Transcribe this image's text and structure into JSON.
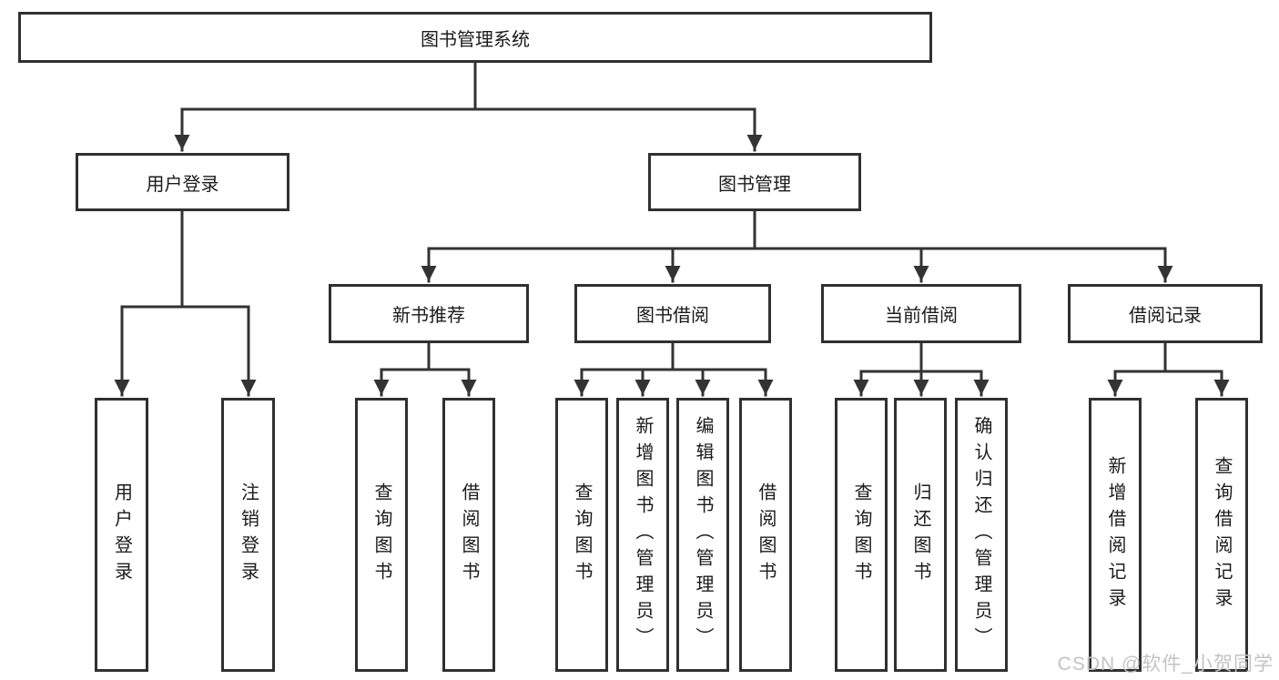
{
  "tree": {
    "root": {
      "label": "图书管理系统"
    },
    "branches": [
      {
        "label": "用户登录",
        "children": [
          {
            "label": "用户登录"
          },
          {
            "label": "注销登录"
          }
        ]
      },
      {
        "label": "图书管理",
        "children": [
          {
            "label": "新书推荐",
            "children": [
              {
                "label": "查询图书"
              },
              {
                "label": "借阅图书"
              }
            ]
          },
          {
            "label": "图书借阅",
            "children": [
              {
                "label": "查询图书"
              },
              {
                "label": "新增图书（管理员）"
              },
              {
                "label": "编辑图书（管理员）"
              },
              {
                "label": "借阅图书"
              }
            ]
          },
          {
            "label": "当前借阅",
            "children": [
              {
                "label": "查询图书"
              },
              {
                "label": "归还图书"
              },
              {
                "label": "确认归还（管理员）"
              }
            ]
          },
          {
            "label": "借阅记录",
            "children": [
              {
                "label": "新增借阅记录"
              },
              {
                "label": "查询借阅记录"
              }
            ]
          }
        ]
      }
    ]
  },
  "watermark": {
    "text": "CSDN @软件_小贺同学"
  },
  "colors": {
    "line": "#333333",
    "box_border": "#303030",
    "text": "#1b1b1b",
    "watermark": "#c3c3c3",
    "background": "#ffffff"
  }
}
